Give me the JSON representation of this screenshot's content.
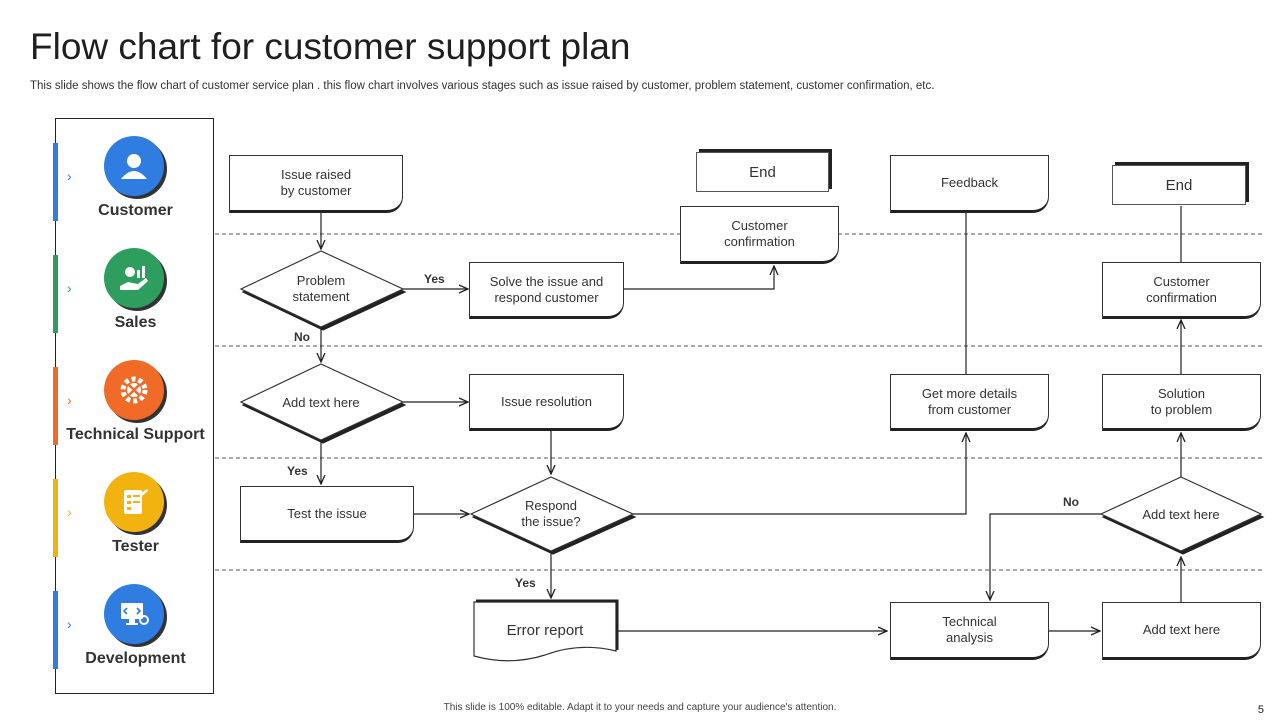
{
  "header": {
    "title": "Flow chart for customer support plan",
    "subtitle": "This slide shows the flow chart of customer service plan . this flow chart involves various stages such as issue raised by customer, problem statement, customer confirmation, etc."
  },
  "lanes": [
    {
      "label": "Customer",
      "color": "#2f7de1",
      "icon": "user-icon"
    },
    {
      "label": "Sales",
      "color": "#2e9e5e",
      "icon": "money-hand-icon"
    },
    {
      "label": "Technical Support",
      "color": "#f06a28",
      "icon": "tools-gear-icon"
    },
    {
      "label": "Tester",
      "color": "#f2b311",
      "icon": "clipboard-check-icon"
    },
    {
      "label": "Development",
      "color": "#2f7de1",
      "icon": "code-screen-icon"
    }
  ],
  "nodes": {
    "issue_raised": "Issue raised\nby customer",
    "problem_statement": "Problem\nstatement",
    "solve_issue": "Solve the issue and\nrespond customer",
    "end_1": "End",
    "customer_confirmation_1": "Customer\nconfirmation",
    "add_text_1": "Add text here",
    "issue_resolution": "Issue resolution",
    "test_issue": "Test the issue",
    "respond_issue": "Respond\nthe issue?",
    "error_report": "Error report",
    "feedback": "Feedback",
    "get_details": "Get more details\nfrom customer",
    "technical_analysis": "Technical\nanalysis",
    "end_2": "End",
    "customer_confirmation_2": "Customer\nconfirmation",
    "solution": "Solution\nto problem",
    "add_text_2": "Add text here",
    "add_text_3": "Add text here"
  },
  "flow_labels": {
    "yes_1": "Yes",
    "no_1": "No",
    "yes_2": "Yes",
    "yes_3": "Yes",
    "no_2": "No"
  },
  "footer": {
    "note": "This slide is 100% editable. Adapt it to your needs and capture your audience's attention.",
    "page": "5"
  }
}
